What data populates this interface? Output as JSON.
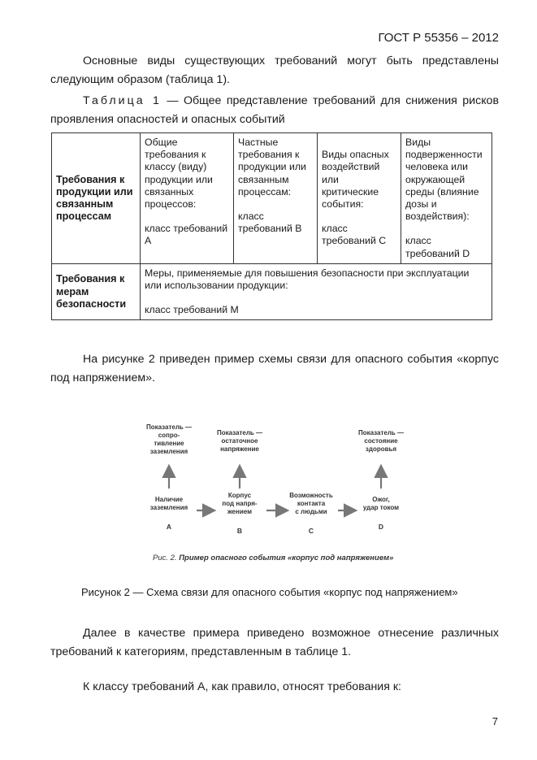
{
  "header": {
    "standard": "ГОСТ Р 55356 – 2012"
  },
  "intro_para": "Основные виды существующих требований могут быть представлены следующим образом (таблица 1).",
  "table_caption": {
    "label": "Таблица 1",
    "text": " — Общее представление требований для снижения рисков проявления опасностей и опасных событий"
  },
  "table": {
    "row1": {
      "head": "Требования к продукции или связанным процессам",
      "cells": [
        {
          "text": "Общие требования к классу (виду) продукции или связанных процессов:",
          "cls": "класс требований А"
        },
        {
          "text": "Частные требования к продукции или связанным процессам:",
          "cls": "класс требований В"
        },
        {
          "text": "Виды опасных воздействий или критические события:",
          "cls": "класс требований С"
        },
        {
          "text": "Виды подверженности человека или окружающей среды (влияние дозы и воздействия):",
          "cls": "класс требований D"
        }
      ]
    },
    "row2": {
      "head": "Требования к мерам безопасности",
      "text": "Меры, применяемые для повышения безопасности при эксплуатации или использовании продукции:",
      "cls": "класс требований М"
    }
  },
  "para_figure": "На рисунке 2 приведен пример схемы связи для опасного события «корпус под напряжением».",
  "figure": {
    "indicators": [
      "Показатель —\nсопро-\nтивление\nзаземления",
      "Показатель —\nостаточное\nнапряжение",
      "Показатель —\nсостояние\nздоровья"
    ],
    "nodes": [
      "Наличие\nзаземления",
      "Корпус\nпод напря-\nжением",
      "Возможность\nконтакта\nс людьми",
      "Ожог,\nудар током"
    ],
    "letters": [
      "A",
      "B",
      "C",
      "D"
    ],
    "inner_caption_prefix": "Рис. 2. ",
    "inner_caption_title": "Пример опасного события «корпус под напряжением»"
  },
  "figure_caption": "Рисунок 2 — Схема связи для опасного события «корпус под напряжением»",
  "para_next": "Далее в качестве примера приведено возможное отнесение различных требований к категориям, представленным в таблице 1.",
  "para_last": "К классу требований А, как правило, относят требования к:",
  "page_number": "7"
}
